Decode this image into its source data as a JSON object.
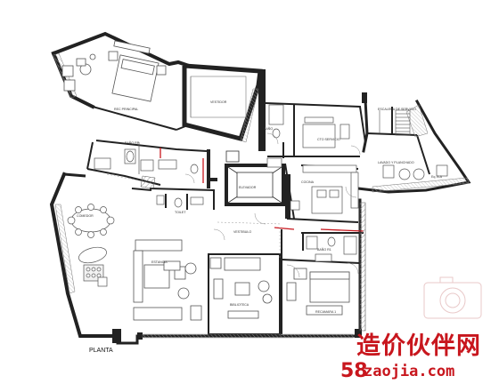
{
  "plan": {
    "title": "PLANTA",
    "labels": {
      "master": "REC PRINCIPAL",
      "closet": "VESTIDOR",
      "master_bath": "BAÑO RP",
      "bath_small": "BAÑO",
      "service_room": "CTO SERVICIO",
      "stair": "ESCALERA DE SERVICIO",
      "laundry": "LAVADO Y PLANCHADO",
      "kitchen": "COCINA",
      "elevator": "ELEVADOR",
      "hall": "VESTIBULO",
      "toilet": "TOILET",
      "dining": "COMEDOR",
      "living": "ESTANCIA",
      "library": "BIBLIOTECA",
      "bedroom1": "RECAMARA 1",
      "bath_r1": "BAÑO R1",
      "eq": "Eq. A.A"
    }
  },
  "watermark": {
    "text_cn": "造价伙伴网",
    "number": "58",
    "domain": "zaojia.com"
  },
  "colors": {
    "wall": "#222222",
    "line": "#555555",
    "watermark": "#c8161d",
    "hatch": "#bdbdbd"
  }
}
